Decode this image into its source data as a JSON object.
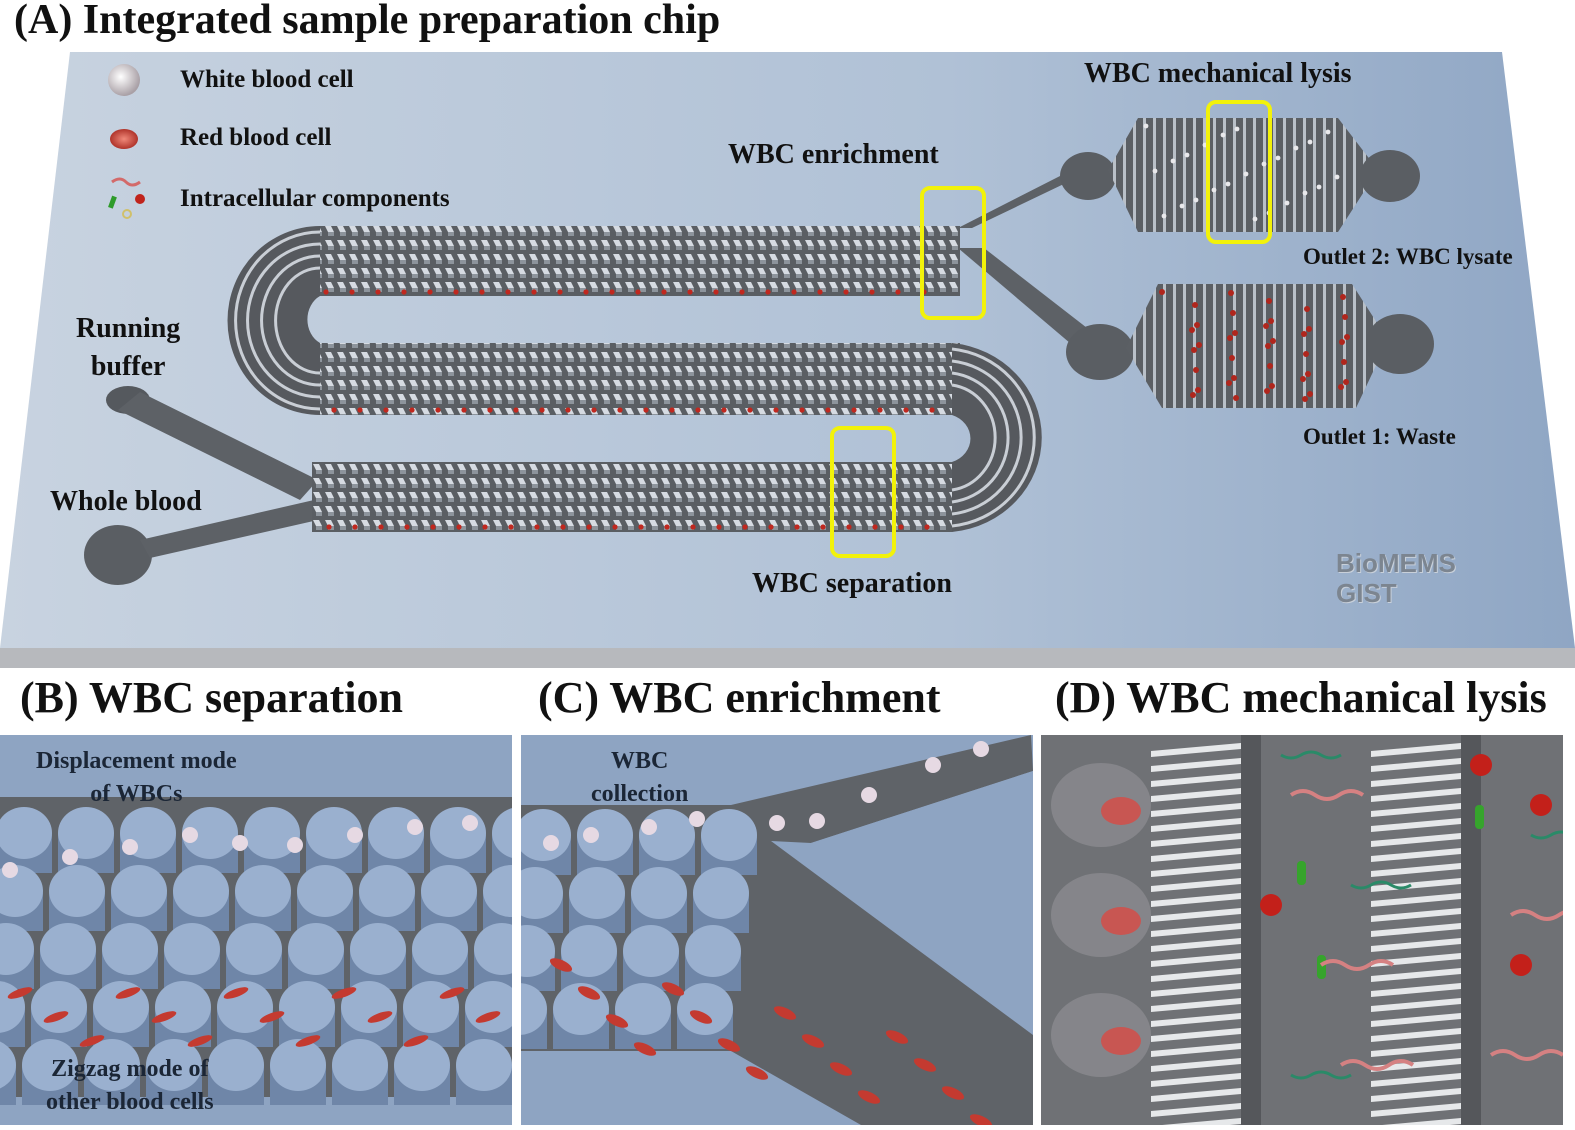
{
  "panel_a": {
    "title": "(A) Integrated sample preparation chip",
    "legend": {
      "wbc": "White blood cell",
      "rbc": "Red blood cell",
      "intracellular": "Intracellular components"
    },
    "labels": {
      "running_buffer_line1": "Running",
      "running_buffer_line2": "buffer",
      "whole_blood": "Whole blood",
      "wbc_enrichment": "WBC enrichment",
      "wbc_mechanical_lysis": "WBC mechanical lysis",
      "wbc_separation": "WBC separation",
      "outlet2": "Outlet 2: WBC lysate",
      "outlet1": "Outlet 1: Waste"
    },
    "brand_line1": "BioMEMS",
    "brand_line2": "GIST",
    "highlight_color": "#f2f20a"
  },
  "panel_b": {
    "title": "(B) WBC separation",
    "label_top_line1": "Displacement mode",
    "label_top_line2": "of WBCs",
    "label_bottom_line1": "Zigzag mode of",
    "label_bottom_line2": "other blood cells"
  },
  "panel_c": {
    "title": "(C) WBC enrichment",
    "label_line1": "WBC",
    "label_line2": "collection"
  },
  "panel_d": {
    "title": "(D) WBC mechanical lysis"
  }
}
